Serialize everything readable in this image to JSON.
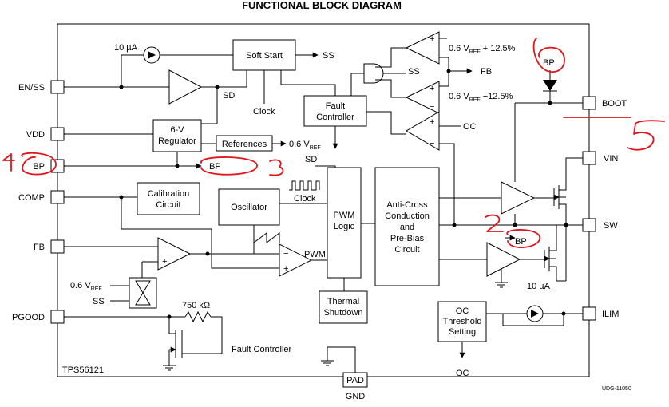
{
  "title": "FUNCTIONAL BLOCK DIAGRAM",
  "part_number": "TPS56121",
  "drawing_id": "UDG-11050",
  "pins": {
    "en_ss": "EN/SS",
    "vdd": "VDD",
    "bp": "BP",
    "comp": "COMP",
    "fb": "FB",
    "pgood": "PGOOD",
    "boot": "BOOT",
    "vin": "VIN",
    "sw": "SW",
    "ilim": "ILIM",
    "pad": "PAD",
    "gnd": "GND"
  },
  "blocks": {
    "soft_start": "Soft Start",
    "regulator_line1": "6-V",
    "regulator_line2": "Regulator",
    "references": "References",
    "fault_controller_line1": "Fault",
    "fault_controller_line2": "Controller",
    "calibration_line1": "Calibration",
    "calibration_line2": "Circuit",
    "oscillator": "Oscillator",
    "pwm_logic_line1": "PWM",
    "pwm_logic_line2": "Logic",
    "anti_cross_line1": "Anti-Cross",
    "anti_cross_line2": "Conduction",
    "anti_cross_line3": "and",
    "anti_cross_line4": "Pre-Bias",
    "anti_cross_line5": "Circuit",
    "thermal_line1": "Thermal",
    "thermal_line2": "Shutdown",
    "oc_threshold_line1": "OC",
    "oc_threshold_line2": "Threshold",
    "oc_threshold_line3": "Setting"
  },
  "signals": {
    "current_10ua_top": "10 µA",
    "current_10ua_bottom": "10 µA",
    "ss_out": "SS",
    "sd_top": "SD",
    "clock_top": "Clock",
    "sd_fault": "SD",
    "ref_out_base": "0.6 V",
    "ref_out_sub": "REF",
    "bp_reg_out": "BP",
    "clock_osc": "Clock",
    "pwm": "PWM",
    "ref_in_base": "0.6 V",
    "ref_in_sub": "REF",
    "ss_in": "SS",
    "resistor": "750 kΩ",
    "fault_controller_in": "Fault Controller",
    "ss_window": "SS",
    "fb_window": "FB",
    "ref_plus_base": "0.6 V",
    "ref_plus_sub": "REF",
    "ref_plus_pct": " + 12.5%",
    "ref_minus_base": "0.6 V",
    "ref_minus_sub": "REF",
    "ref_minus_pct": " −12.5%",
    "oc_top": "OC",
    "bp_boot_diode": "BP",
    "bp_low_driver": "BP",
    "oc_bottom": "OC",
    "plus": "+",
    "minus": "−"
  },
  "annotations": {
    "number_4": "4",
    "number_3": "3",
    "number_2": "2",
    "number_5": "5"
  },
  "colors": {
    "line": "#000000",
    "annotation": "#e0141b",
    "background": "#ffffff"
  }
}
